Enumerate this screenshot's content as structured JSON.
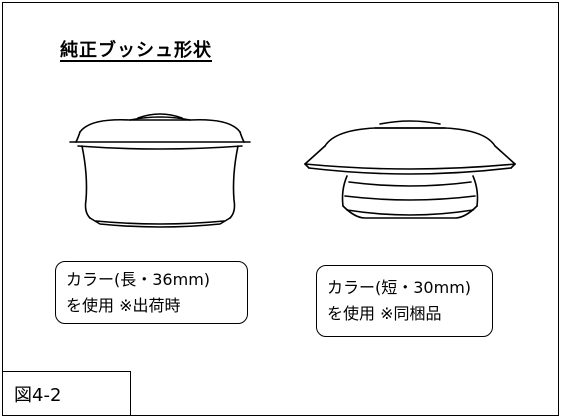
{
  "figure": {
    "title": "純正ブッシュ形状",
    "label": "図4-2"
  },
  "bushings": [
    {
      "caption_line1": "カラー(長・36mm)",
      "caption_line2": "を使用 ※出荷時"
    },
    {
      "caption_line1": "カラー(短・30mm)",
      "caption_line2": "を使用 ※同梱品"
    }
  ]
}
